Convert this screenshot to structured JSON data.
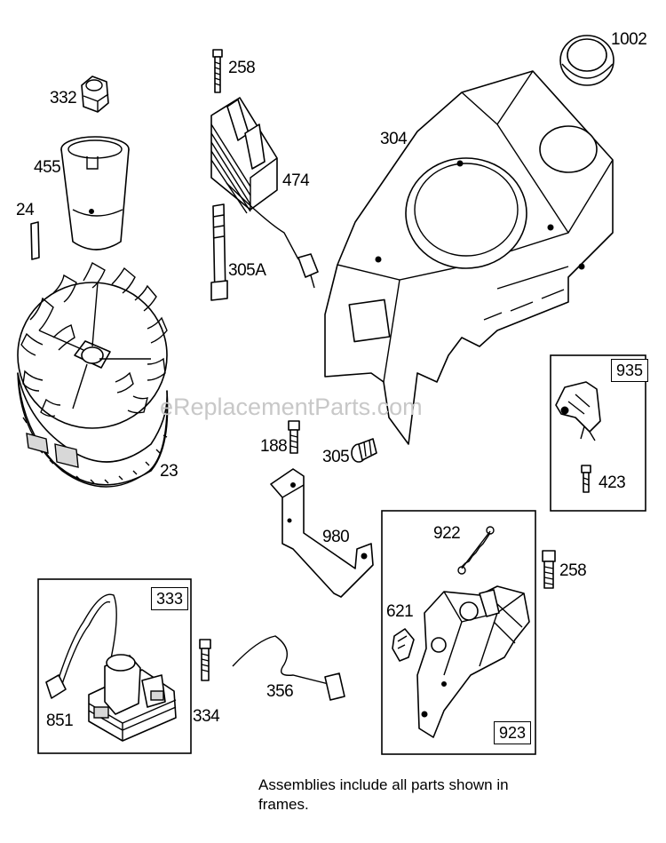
{
  "watermark": "eReplacementParts.com",
  "parts": {
    "p1002": "1002",
    "p332": "332",
    "p258a": "258",
    "p474": "474",
    "p304": "304",
    "p455": "455",
    "p24": "24",
    "p305a": "305A",
    "p935": "935",
    "p23": "23",
    "p188": "188",
    "p305": "305",
    "p423": "423",
    "p922": "922",
    "p980": "980",
    "p258b": "258",
    "p333": "333",
    "p621": "621",
    "p851": "851",
    "p334": "334",
    "p356": "356",
    "p923": "923"
  },
  "note": "Assemblies include all parts shown in frames."
}
